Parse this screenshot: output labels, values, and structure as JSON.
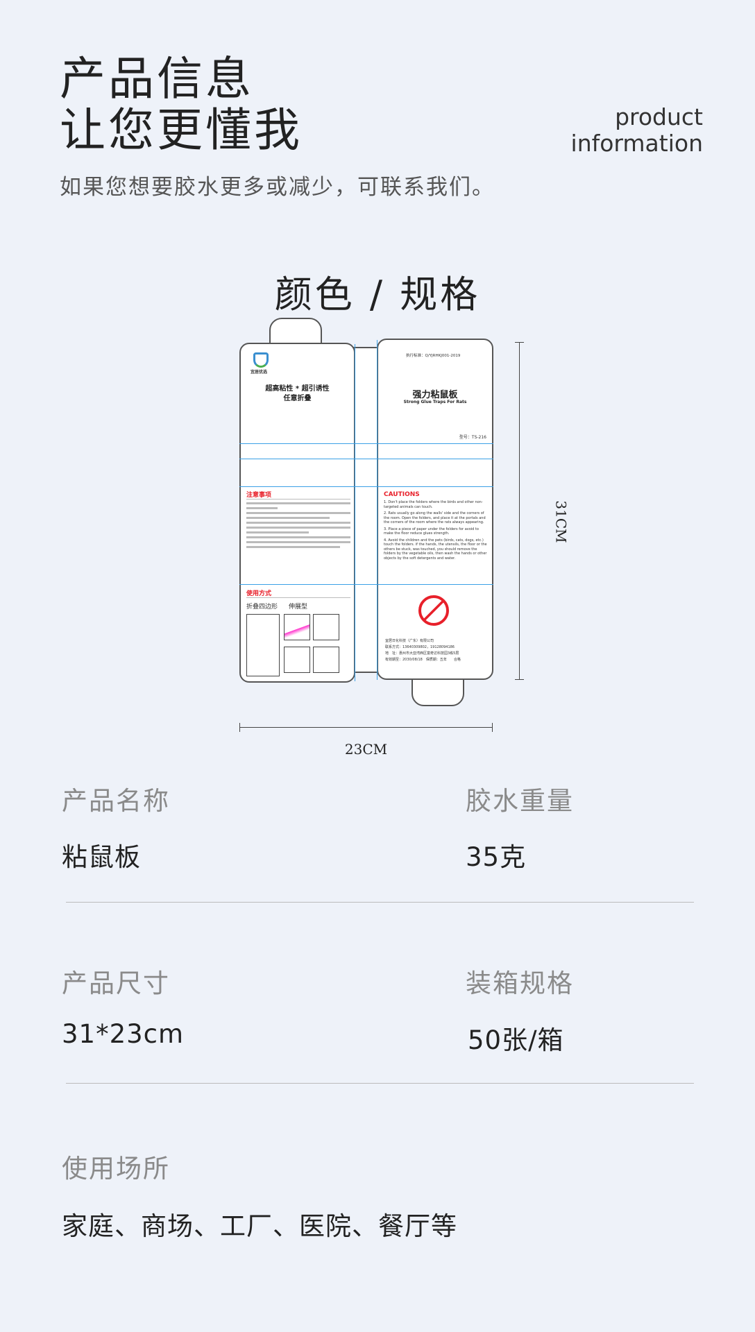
{
  "header": {
    "title_line1": "产品信息",
    "title_line2": "让您更懂我",
    "subtitle": "如果您想要胶水更多或减少，可联系我们。",
    "en_line1": "product",
    "en_line2": "information"
  },
  "section_title": "颜色 / 规格",
  "package": {
    "brand": "宜居优选",
    "left_slogan1": "超高粘性 * 超引诱性",
    "left_slogan2": "任意折叠",
    "standard": "执行标准：Q/YJRHKJ001-2019",
    "product_cn": "强力粘鼠板",
    "product_en": "Strong Glue Traps For Rats",
    "model": "型号：TS-216",
    "notice_title": "注意事项",
    "cautions_title": "CAUTIONS",
    "cautions": [
      "1. Don't place the folders where the birds and other non-targeted animals can touch.",
      "2. Rats usually go along the walls' side and the corners of the room. Open the folders, and place it at the portals and the corners of the room where the rats always appearing.",
      "3. Place a piece of paper under the folders for avoid to make the floor reduce glues strength.",
      "4. Avoid the children and the pets (birds, cats, dogs, etc.) touch the folders. if the hands, the utensils, the floor or the others be stuck, was touched, you should remove the folders by the vegetable oils, then wash the hands or other objects by the soft detergents and water."
    ],
    "usage_title": "使用方式",
    "usage_fold": "折叠四边形",
    "usage_flat": "伸展型",
    "company": "宜居日化科技（广东）有限公司",
    "contact": "联系方式：13640309802，19128094186",
    "address": "地　址：惠州市大亚湾西区富奇达科技园3栋5层",
    "expiry": "有效期至：2030/08/18　保质期：五年　　合格",
    "height_label": "31CM",
    "width_label": "23CM",
    "accent_blue": "#3aa0e6",
    "accent_red": "#e8202a"
  },
  "specs": [
    {
      "label": "产品名称",
      "value": "粘鼠板"
    },
    {
      "label": "胶水重量",
      "value": "35克"
    },
    {
      "label": "产品尺寸",
      "value": "31*23cm"
    },
    {
      "label": "装箱规格",
      "value": "50张/箱"
    },
    {
      "label": "使用场所",
      "value": "家庭、商场、工厂、医院、餐厅等"
    }
  ]
}
